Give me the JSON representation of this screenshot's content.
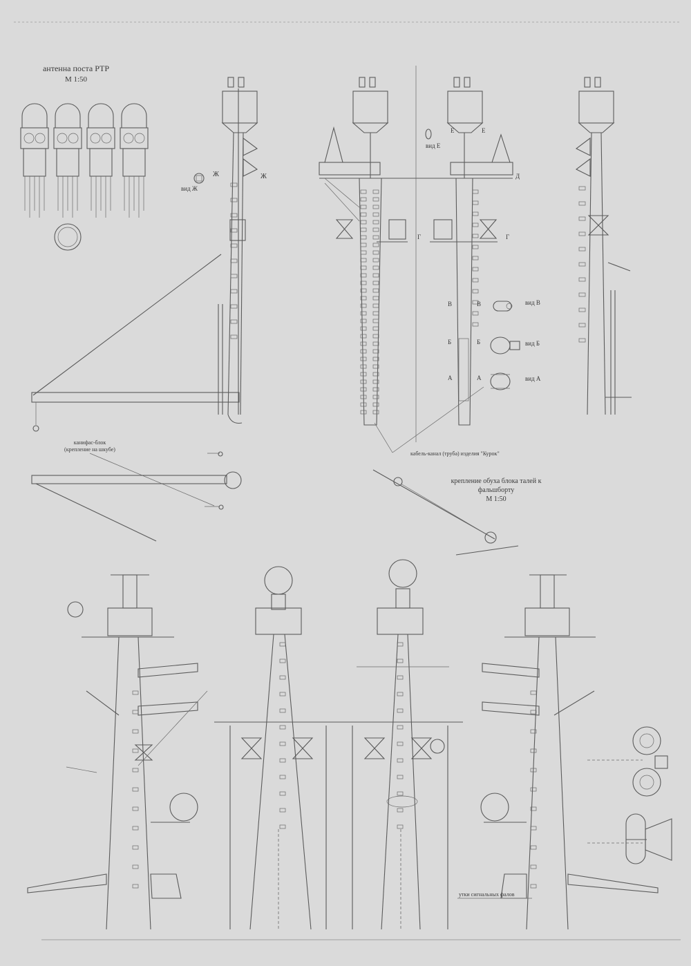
{
  "labels": {
    "antenna_title": "антенна поста РТР",
    "antenna_scale": "М 1:50",
    "view_zh": "вид Ж",
    "zh_left": "Ж",
    "zh_right": "Ж",
    "view_e": "вид Е",
    "e_left": "Е",
    "e_right": "Е",
    "d_mark": "Д",
    "g_left": "Г",
    "g_right": "Г",
    "v_left": "В",
    "v_right": "В",
    "view_v": "вид В",
    "b_left": "Б",
    "b_right": "Б",
    "view_b": "вид Б",
    "a_left": "А",
    "a_right": "А",
    "view_a": "вид А",
    "cable_note": "кабель-канал (труба) изделия \"Курок\"",
    "block_title": "канифас-блок",
    "block_note": "(крепление на шкубе)",
    "mount_line1": "крепление обуха блока талей к",
    "mount_line2": "фальшборту",
    "mount_scale": "М 1:50",
    "signal_note": "утки сигнальных фалов"
  }
}
